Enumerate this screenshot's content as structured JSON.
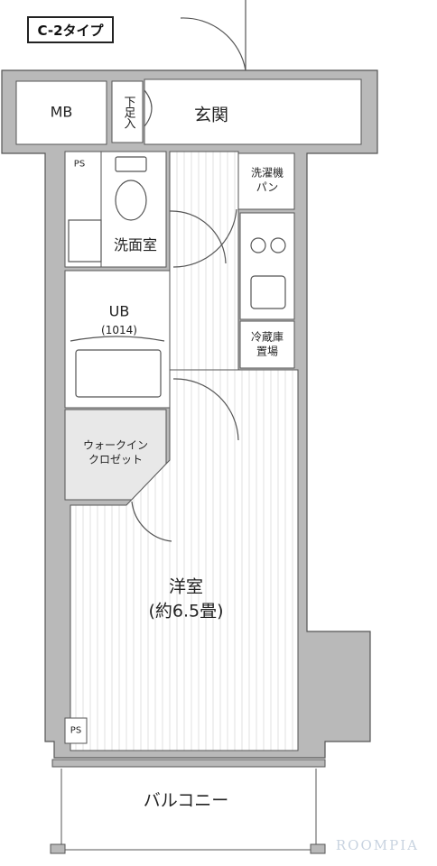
{
  "plan_type": "C-2タイプ",
  "rooms": {
    "mb": "MB",
    "shoe_storage": "下足入",
    "entrance": "玄関",
    "ps_top": "PS",
    "washer_pan": [
      "洗濯機",
      "パン"
    ],
    "washroom": "洗面室",
    "ub": "UB",
    "ub_size": "(1014)",
    "fridge": [
      "冷蔵庫",
      "置場"
    ],
    "closet": [
      "ウォークイン",
      "クロゼット"
    ],
    "western_room": "洋室",
    "western_room_size": "(約6.5畳)",
    "ps_bottom": "PS",
    "balcony": "バルコニー"
  },
  "watermark": "ROOMPIA",
  "colors": {
    "wall": "#b9b9b9",
    "line": "#555555",
    "floor_stripe": "#e4e4e4",
    "closet_fill": "#e8e8e8"
  }
}
